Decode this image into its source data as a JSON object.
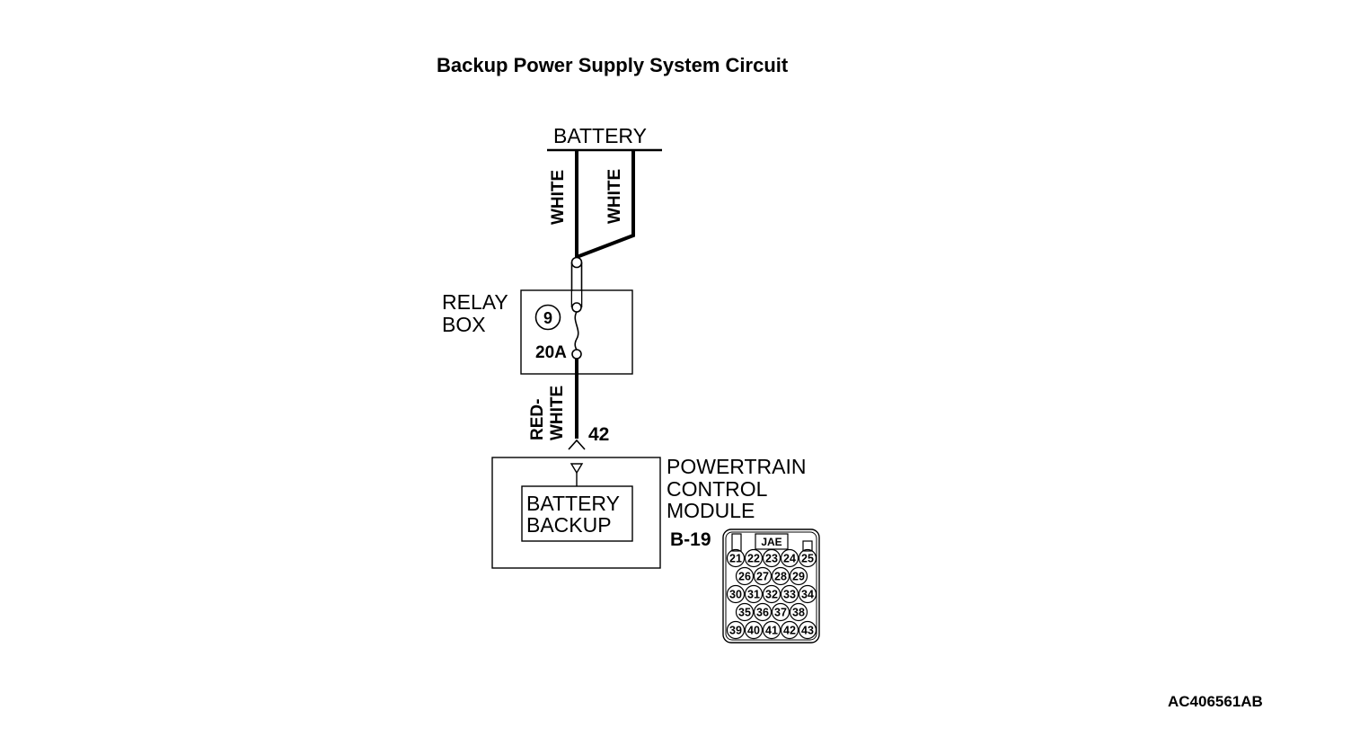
{
  "title": "Backup Power Supply System Circuit",
  "battery_label": "BATTERY",
  "wire_left": "WHITE",
  "wire_right": "WHITE",
  "relay_box": {
    "line1": "RELAY",
    "line2": "BOX",
    "fuse_number": "9",
    "fuse_rating": "20A"
  },
  "wire_lower": {
    "line1": "RED-",
    "line2": "WHITE"
  },
  "terminal_number": "42",
  "module": {
    "line1": "POWERTRAIN",
    "line2": "CONTROL",
    "line3": "MODULE"
  },
  "inner_block": {
    "line1": "BATTERY",
    "line2": "BACKUP"
  },
  "connector": {
    "id": "B-19",
    "maker": "JAE",
    "rows": [
      [
        "21",
        "22",
        "23",
        "24",
        "25"
      ],
      [
        "26",
        "27",
        "28",
        "29"
      ],
      [
        "30",
        "31",
        "32",
        "33",
        "34"
      ],
      [
        "35",
        "36",
        "37",
        "38"
      ],
      [
        "39",
        "40",
        "41",
        "42",
        "43"
      ]
    ]
  },
  "figure_id": "AC406561AB"
}
